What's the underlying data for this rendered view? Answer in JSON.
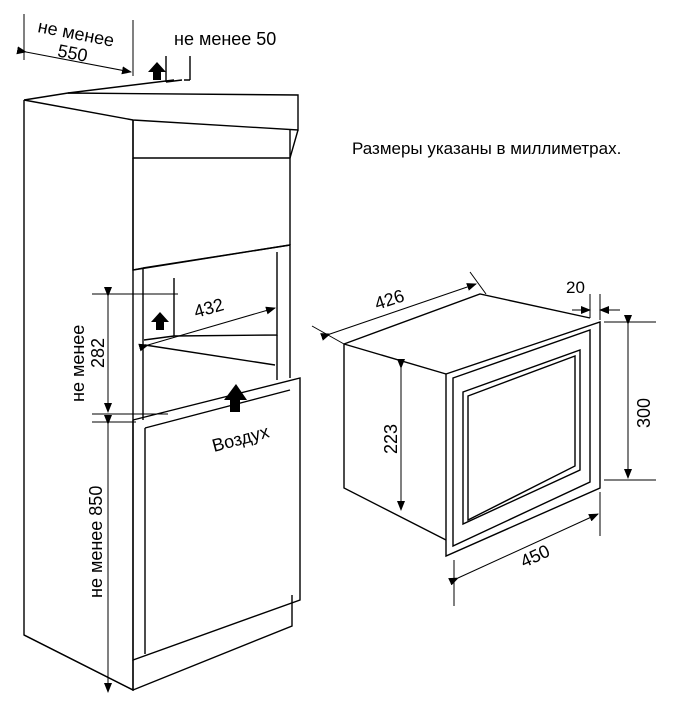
{
  "note": "Размеры указаны в миллиметрах.",
  "cabinet": {
    "depth_label": "не менее\n550",
    "gap_label": "не менее 50",
    "niche_height_label": "не менее\n282",
    "niche_depth": "432",
    "floor_height_label": "не менее 850",
    "air_label": "Воздух"
  },
  "appliance": {
    "depth": "426",
    "panel_thickness": "20",
    "front_height": "300",
    "body_height": "223",
    "front_width": "450"
  }
}
